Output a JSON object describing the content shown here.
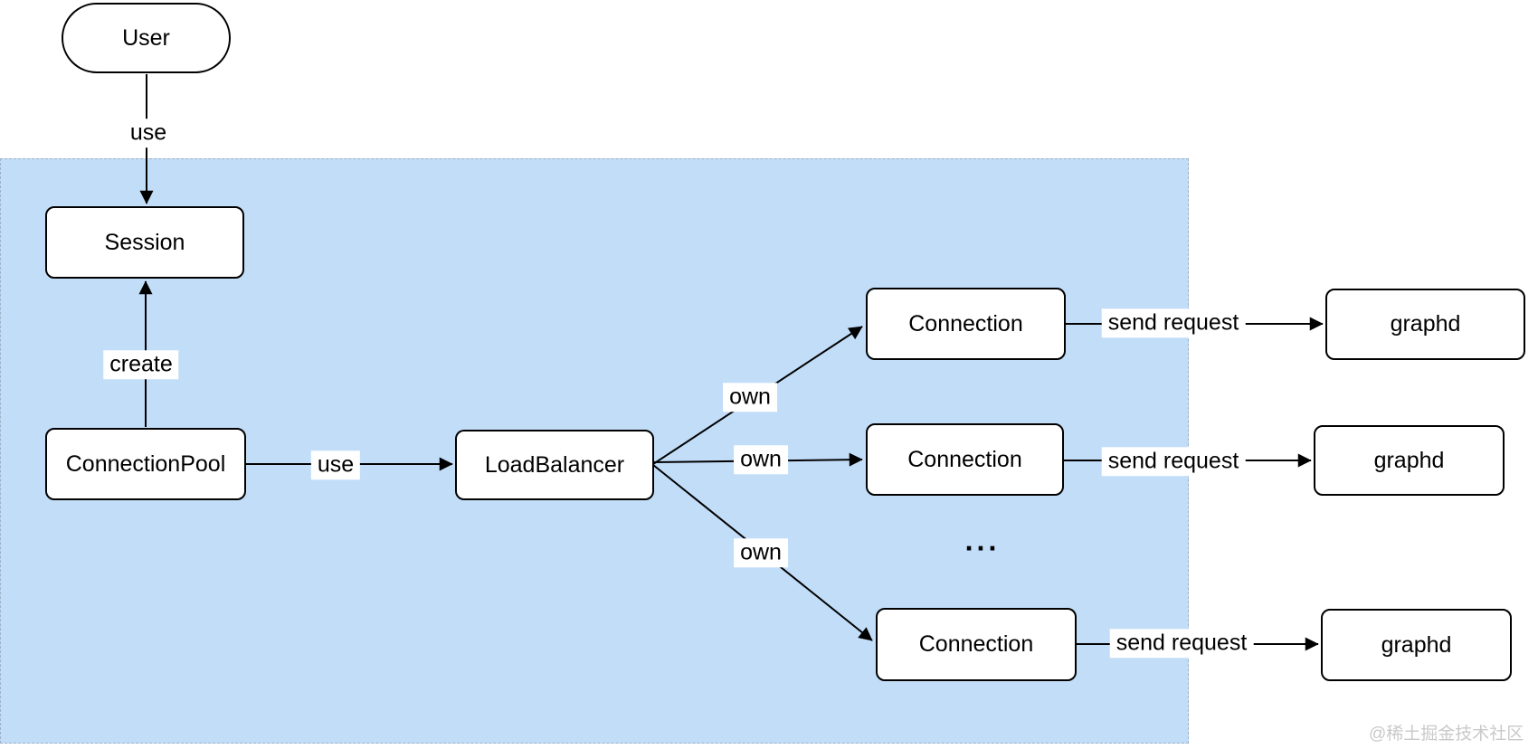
{
  "nodes": {
    "user": {
      "label": "User"
    },
    "session": {
      "label": "Session"
    },
    "connection_pool": {
      "label": "ConnectionPool"
    },
    "load_balancer": {
      "label": "LoadBalancer"
    },
    "connection_1": {
      "label": "Connection"
    },
    "connection_2": {
      "label": "Connection"
    },
    "connection_3": {
      "label": "Connection"
    },
    "graphd_1": {
      "label": "graphd"
    },
    "graphd_2": {
      "label": "graphd"
    },
    "graphd_3": {
      "label": "graphd"
    }
  },
  "edges": {
    "user_to_session": {
      "label": "use"
    },
    "connection_pool_to_session": {
      "label": "create"
    },
    "connection_pool_to_load_balancer": {
      "label": "use"
    },
    "load_balancer_to_connection_1": {
      "label": "own"
    },
    "load_balancer_to_connection_2": {
      "label": "own"
    },
    "load_balancer_to_connection_3": {
      "label": "own"
    },
    "connection_1_to_graphd_1": {
      "label": "send request"
    },
    "connection_2_to_graphd_2": {
      "label": "send request"
    },
    "connection_3_to_graphd_3": {
      "label": "send request"
    }
  },
  "ellipsis": "...",
  "watermark": "@稀土掘金技术社区",
  "colors": {
    "cluster_fill": "#c2ddf8",
    "cluster_border": "#9db1c8",
    "node_fill": "#ffffff",
    "node_border": "#000000",
    "edge_stroke": "#000000",
    "text": "#000000",
    "watermark": "#c9c9c9"
  }
}
